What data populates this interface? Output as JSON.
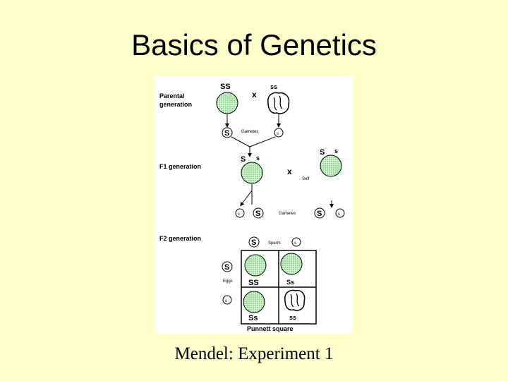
{
  "title": "Basics of Genetics",
  "caption": "Mendel: Experiment 1",
  "figure": {
    "parental_label_1": "Parental",
    "parental_label_2": "generation",
    "parent_dominant_genotype": "SS",
    "parent_recessive_genotype": "ss",
    "cross_symbol": "x",
    "gamete_dominant": "S",
    "gamete_recessive": "s",
    "gametes_label": "Gametes",
    "f1_label": "F1 generation",
    "f1_allele_dominant": "S",
    "f1_allele_recessive": "s",
    "self_label": "Self",
    "f2_label": "F2 generation",
    "sperm_label": "Sperm",
    "eggs_label": "Eggs",
    "punnett_cells": [
      "SS",
      "Ss",
      "Ss",
      "ss"
    ],
    "punnett_label": "Punnett square"
  },
  "colors": {
    "background": "#ffffcc",
    "pea": "#ccffcc"
  }
}
